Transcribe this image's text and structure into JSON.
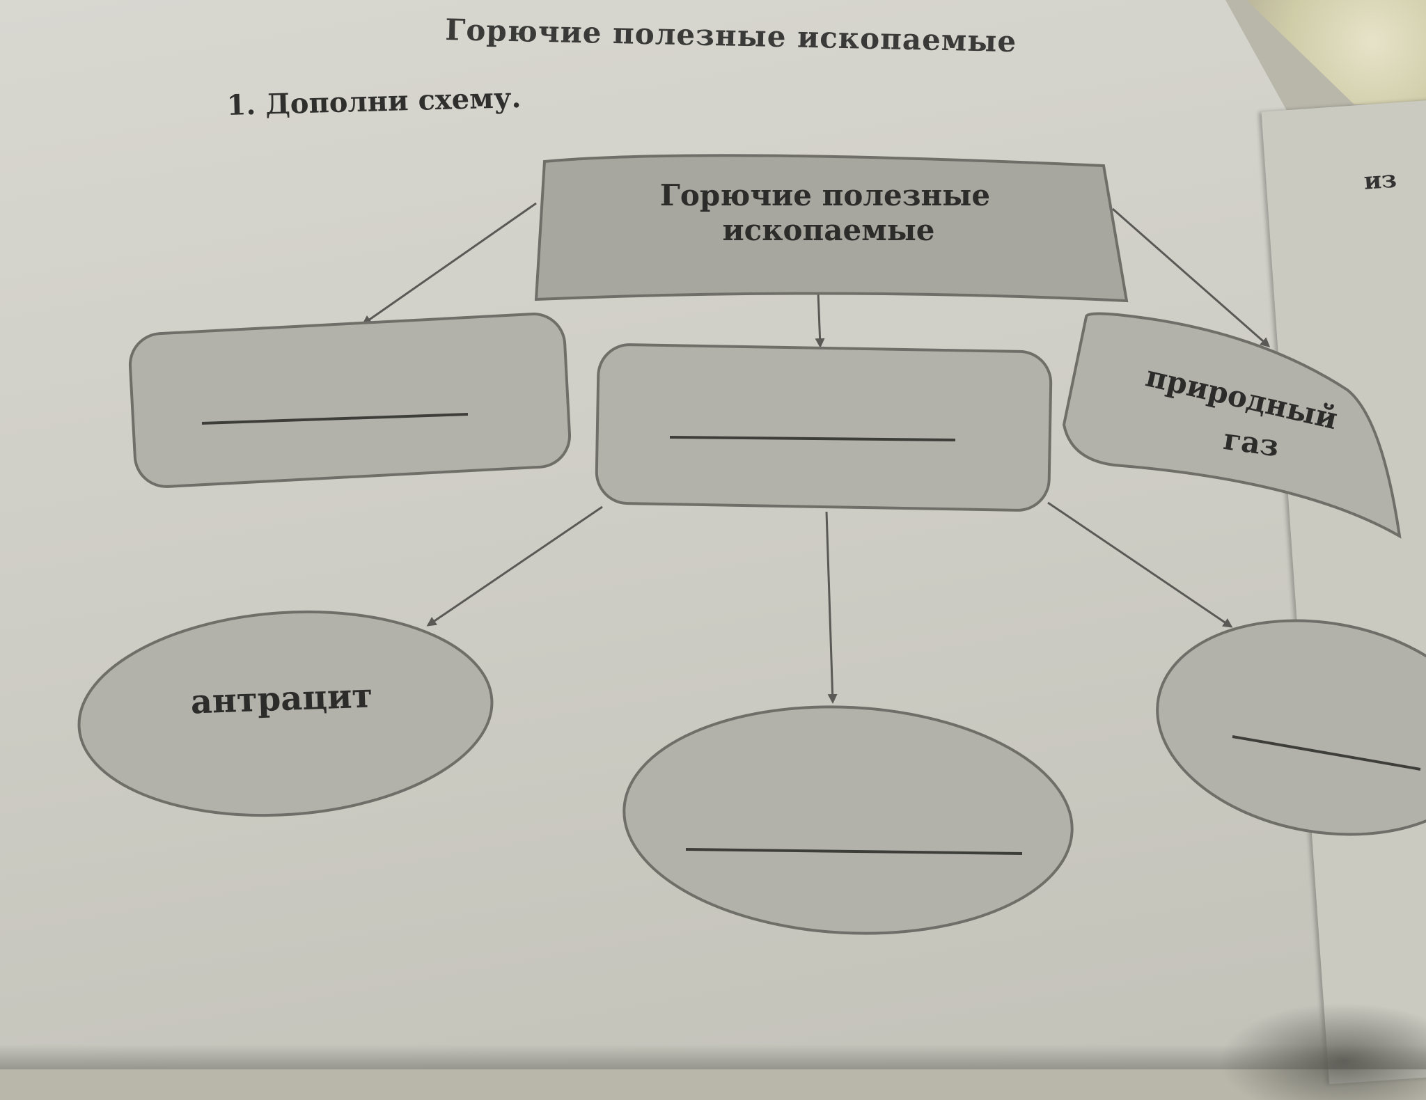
{
  "page": {
    "title": "Горючие полезные ископаемые",
    "task": "1. Дополни схему.",
    "side_page_text": "из"
  },
  "diagram": {
    "root": {
      "line1": "Горючие полезные",
      "line2": "ископаемые"
    },
    "level1": {
      "left": {
        "text": ""
      },
      "center": {
        "text": ""
      },
      "right": {
        "line1": "природный",
        "line2": "газ"
      }
    },
    "level2": {
      "left": {
        "text": "антрацит"
      },
      "center": {
        "text": ""
      },
      "right": {
        "text": ""
      }
    }
  },
  "colors": {
    "box_fill": "#b3b2aa",
    "root_fill": "#a8a79f",
    "stroke": "#6f6e68",
    "arrow": "#5a5955",
    "blank_line": "#3d3d3a"
  }
}
